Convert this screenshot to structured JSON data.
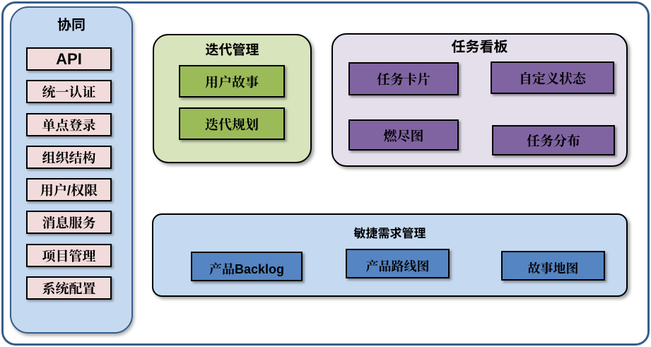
{
  "diagram": {
    "type": "feature-architecture-diagram",
    "language": "zh-CN"
  },
  "sidebar": {
    "title": "协同",
    "items": [
      "API",
      "统一认证",
      "单点登录",
      "组织结构",
      "用户/权限",
      "消息服务",
      "项目管理",
      "系统配置"
    ]
  },
  "iteration": {
    "title": "迭代管理",
    "items": [
      "用户故事",
      "迭代规划"
    ]
  },
  "taskboard": {
    "title": "任务看板",
    "items": [
      "任务卡片",
      "自定义状态",
      "燃尽图",
      "任务分布"
    ]
  },
  "agile": {
    "title": "敏捷需求管理",
    "items": [
      "产品Backlog",
      "产品路线图",
      "故事地图"
    ]
  },
  "colors": {
    "outer_border": "#385d8a",
    "sidebar_fill": "#c5d9f1",
    "sidebar_item_fill": "#f2dcdb",
    "iteration_fill": "#d7e4bc",
    "iteration_item_fill": "#9bbb59",
    "taskboard_fill": "#e5dfec",
    "taskboard_item_fill": "#8064a2",
    "agile_fill": "#c5d9f1",
    "agile_item_fill": "#5585c2",
    "node_border": "#000000",
    "text": "#000000"
  }
}
